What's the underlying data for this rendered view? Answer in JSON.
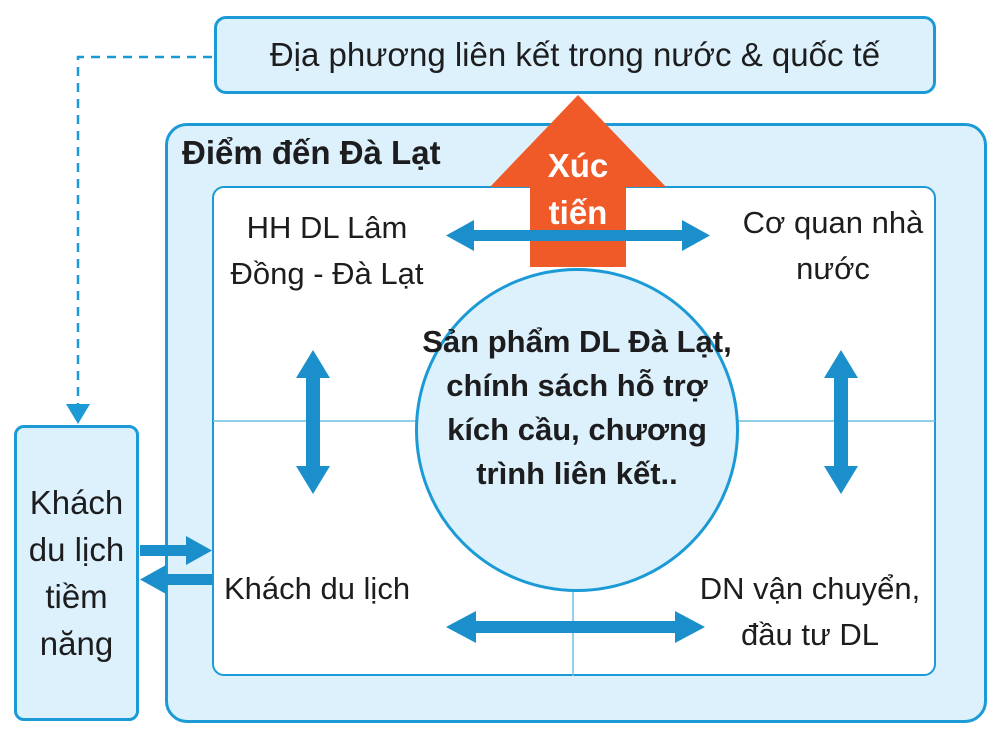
{
  "top_box": {
    "label": "Địa phương liên kết trong nước & quốc tế"
  },
  "destination": {
    "title": "Điểm đến Đà Lạt"
  },
  "promotion_arrow": {
    "label": "Xúc tiến"
  },
  "center": {
    "label": "Sản phẩm DL Đà Lạt, chính sách hỗ trợ kích cầu, chương trình liên kết.."
  },
  "quadrants": {
    "top_left": "HH DL Lâm Đồng - Đà Lạt",
    "top_right": "Cơ quan nhà nước",
    "bottom_left": "Khách du lịch",
    "bottom_right": "DN vận chuyển, đầu tư DL"
  },
  "left_box": {
    "label": "Khách du lịch tiềm năng"
  },
  "colors": {
    "arrow_blue": "#1b8fcc",
    "box_fill": "#dcf1fb",
    "box_border": "#1b9ad6",
    "promotion_orange": "#f05a28"
  }
}
